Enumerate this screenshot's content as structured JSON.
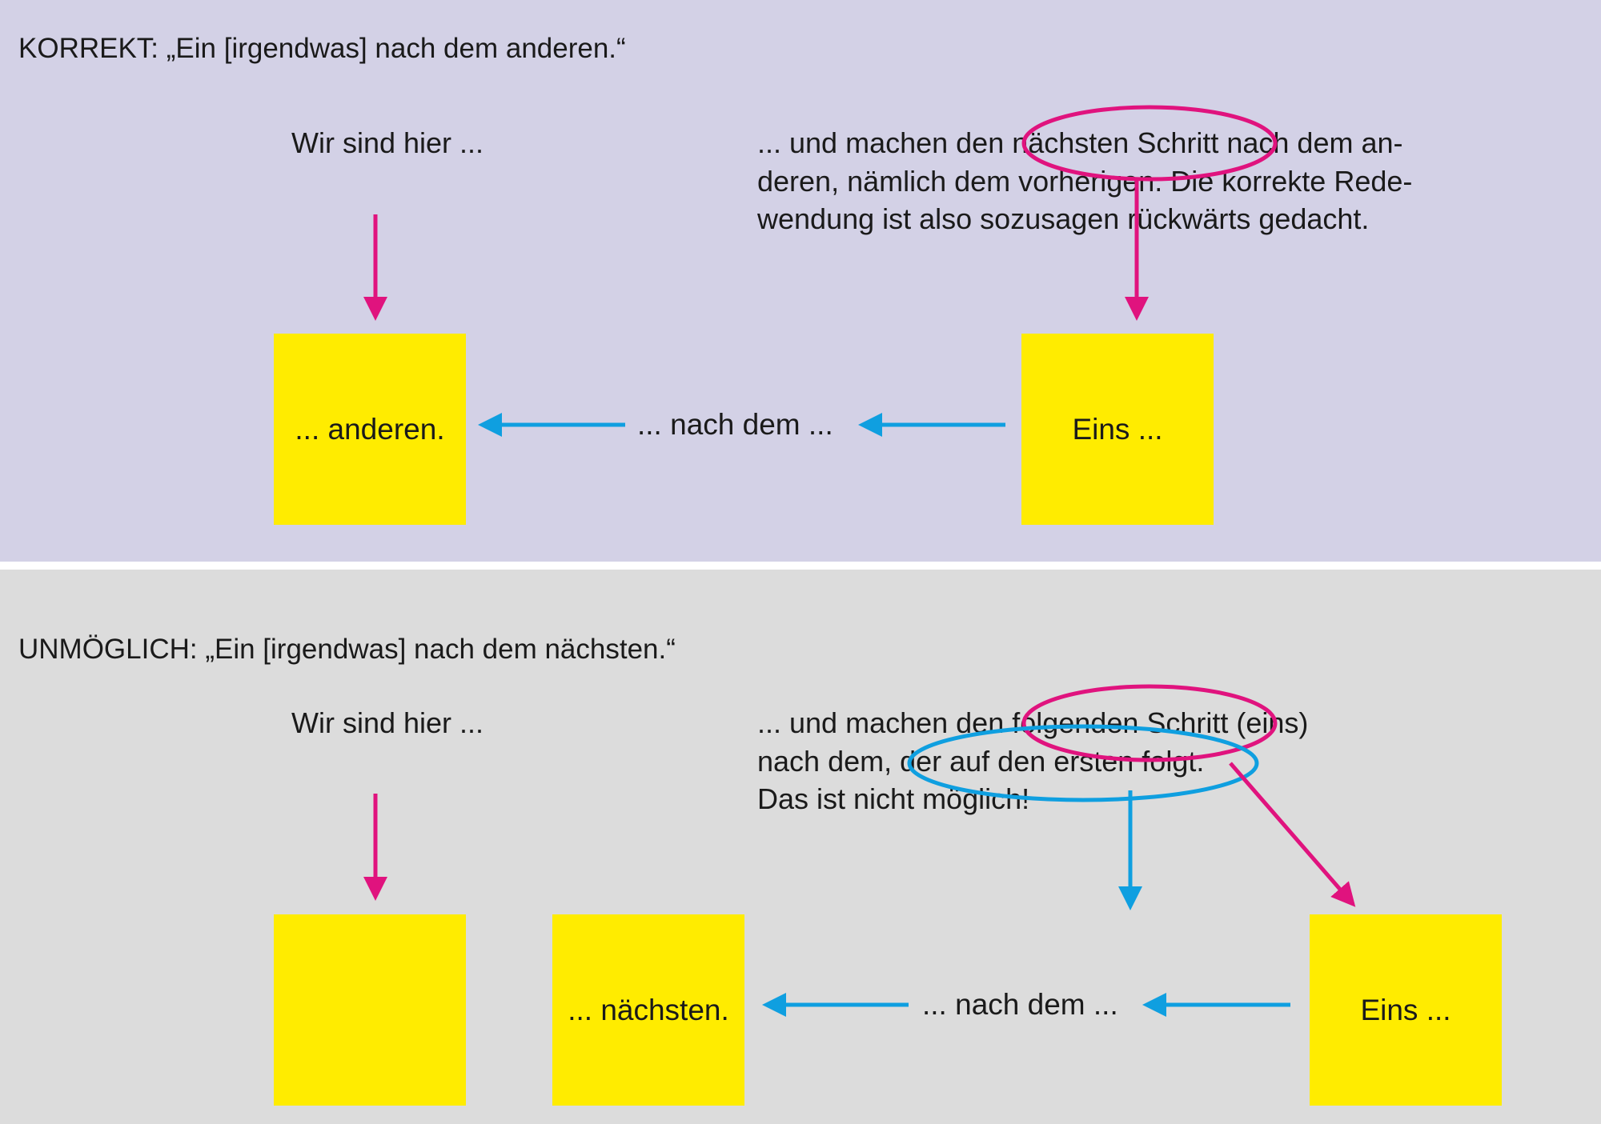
{
  "correct": {
    "title": "KORREKT: „Ein [irgendwas] nach dem anderen.“",
    "here": "Wir sind hier ...",
    "paragraph": [
      "... und machen den nächsten Schritt nach dem an-",
      "deren, nämlich dem vorherigen. Die korrekte Rede-",
      "wendung ist also sozusagen rückwärts gedacht."
    ],
    "box_left": "... anderen.",
    "middle": "... nach dem ...",
    "box_right": "Eins ..."
  },
  "impossible": {
    "title": "UNMÖGLICH: „Ein [irgendwas] nach dem nächsten.“",
    "here": "Wir sind hier ...",
    "paragraph": [
      "... und machen den folgenden Schritt (eins)",
      "nach dem, der auf den ersten folgt.",
      "Das ist nicht möglich!"
    ],
    "box_middle": "... nächsten.",
    "middle": "... nach dem ...",
    "box_right": "Eins ..."
  },
  "colors": {
    "pink": "#e0137e",
    "blue": "#0f9fe0",
    "yellow": "#ffec00"
  }
}
